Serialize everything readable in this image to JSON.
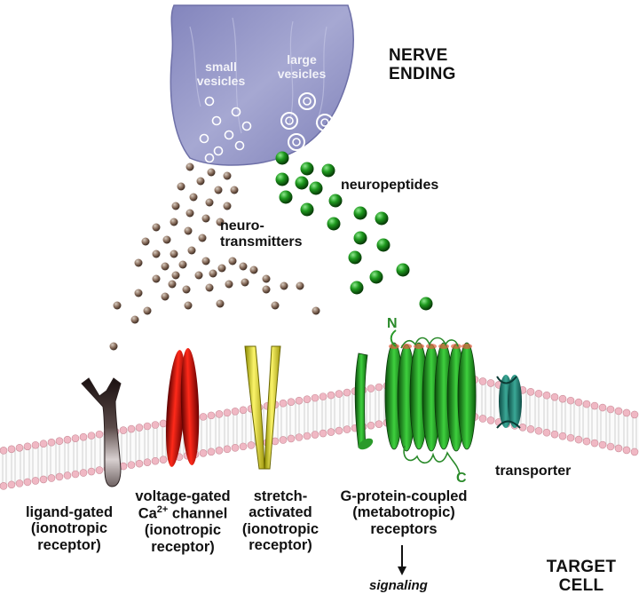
{
  "nerve_ending": {
    "title_line1": "NERVE",
    "title_line2": "ENDING",
    "small_vesicles_line1": "small",
    "small_vesicles_line2": "vesicles",
    "large_vesicles_line1": "large",
    "large_vesicles_line2": "vesicles"
  },
  "molecules": {
    "neurotransmitters_line1": "neuro-",
    "neurotransmitters_line2": "transmitters",
    "neuropeptides": "neuropeptides"
  },
  "receptors": {
    "ligand_gated": [
      "ligand-gated",
      "(ionotropic",
      "receptor)"
    ],
    "voltage_gated": {
      "line1": "voltage-gated",
      "line2_prefix": "Ca",
      "line2_sup": "2+",
      "line2_suffix": " channel",
      "line3": "(ionotropic",
      "line4": "receptor)"
    },
    "stretch_activated": [
      "stretch-",
      "activated",
      "(ionotropic",
      "receptor)"
    ],
    "gpcr": [
      "G-protein-coupled",
      "(metabotropic)",
      "receptors"
    ],
    "transporter": "transporter",
    "n_terminus": "N",
    "c_terminus": "C"
  },
  "signaling": "signaling",
  "target_cell": {
    "line1": "TARGET",
    "line2": "CELL"
  },
  "colors": {
    "terminal": "#9a9cc8",
    "membrane_head": "#f0b8c4",
    "small_molecule": "#7a6456",
    "neuropeptide": "#1f8a1f",
    "voltage_channel": "#d81414",
    "stretch_channel": "#e8e01a",
    "gpcr": "#2a9a2a",
    "transporter": "#1f7a6e"
  }
}
